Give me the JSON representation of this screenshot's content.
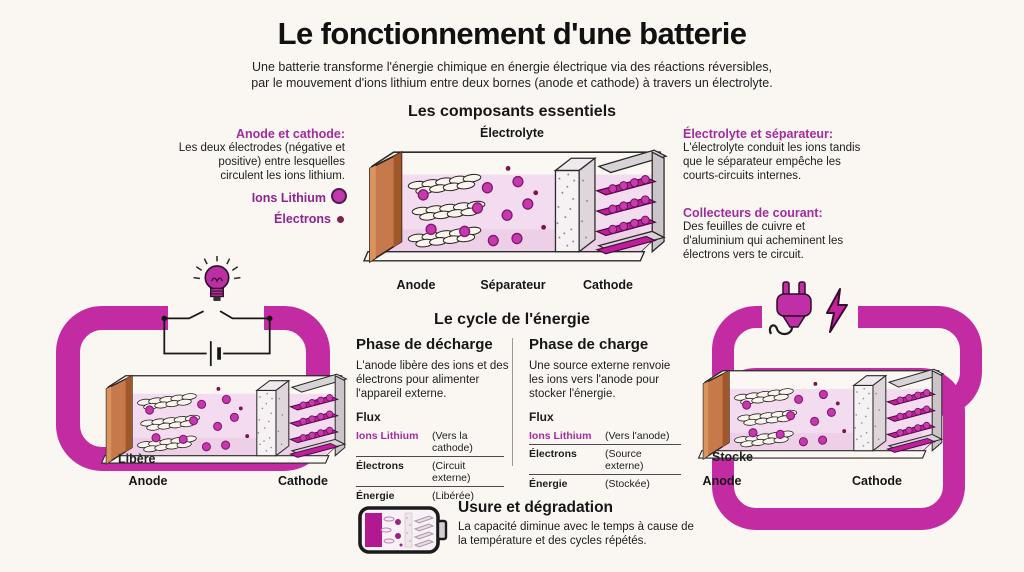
{
  "title": "Le fonctionnement d'une batterie",
  "subtitle_line1": "Une batterie transforme l'énergie chimique en énergie électrique via des réactions réversibles,",
  "subtitle_line2": "par le mouvement d'ions lithium entre deux bornes (anode et cathode) à travers un électrolyte.",
  "colors": {
    "background": "#FAF7F2",
    "accent_magenta": "#C32BA2",
    "heading_magenta": "#A32B9E",
    "copper_anode": "#C67A4B",
    "electrolyte_pink": "#F3DCEF",
    "ink": "#1D1D1D"
  },
  "icons": {
    "bulb": "light-bulb-icon",
    "plug": "power-plug-icon",
    "bolt": "lightning-bolt-icon",
    "battery": "battery-wear-icon",
    "ion": "lithium-ion-dot",
    "electron": "electron-dot"
  },
  "components_section": {
    "heading": "Les composants essentiels",
    "electrolyte_label": "Électrolyte",
    "anode_label": "Anode",
    "separator_label": "Séparateur",
    "cathode_label": "Cathode",
    "left_note": {
      "title": "Anode et cathode:",
      "body": "Les deux électrodes (négative et positive) entre lesquelles circulent les ions lithium."
    },
    "legend": {
      "ions": "Ions Lithium",
      "electrons": "Électrons"
    },
    "right_note_1": {
      "title": "Électrolyte et séparateur:",
      "body": "L'électrolyte conduit les ions tandis que le séparateur empêche les courts-circuits internes."
    },
    "right_note_2": {
      "title": "Collecteurs de courant:",
      "body": "Des feuilles de cuivre et d'aluminium qui acheminent les électrons vers te circuit."
    }
  },
  "cycle_section": {
    "heading": "Le cycle de l'énergie",
    "discharge": {
      "title": "Phase de décharge",
      "body": "L'anode libère des ions et des électrons pour alimenter l'appareil externe.",
      "flux_label": "Flux",
      "rows": [
        {
          "label": "Ions Lithium",
          "value": "(Vers la cathode)"
        },
        {
          "label": "Électrons",
          "value": "(Circuit externe)"
        },
        {
          "label": "Énergie",
          "value": "(Libérée)"
        }
      ]
    },
    "charge": {
      "title": "Phase de charge",
      "body": "Une source externe renvoie les ions vers l'anode pour stocker l'énergie.",
      "flux_label": "Flux",
      "rows": [
        {
          "label": "Ions Lithium",
          "value": "(Vers l'anode)"
        },
        {
          "label": "Électrons",
          "value": "(Source externe)"
        },
        {
          "label": "Énergie",
          "value": "(Stockée)"
        }
      ]
    }
  },
  "discharge_diagram": {
    "state_label": "Libère",
    "anode_label": "Anode",
    "cathode_label": "Cathode"
  },
  "charge_diagram": {
    "state_label": "Stocke",
    "anode_label": "Anode",
    "cathode_label": "Cathode"
  },
  "wear_section": {
    "heading": "Usure et dégradation",
    "body": "La capacité diminue avec le temps à cause de la température et des cycles répétés."
  }
}
